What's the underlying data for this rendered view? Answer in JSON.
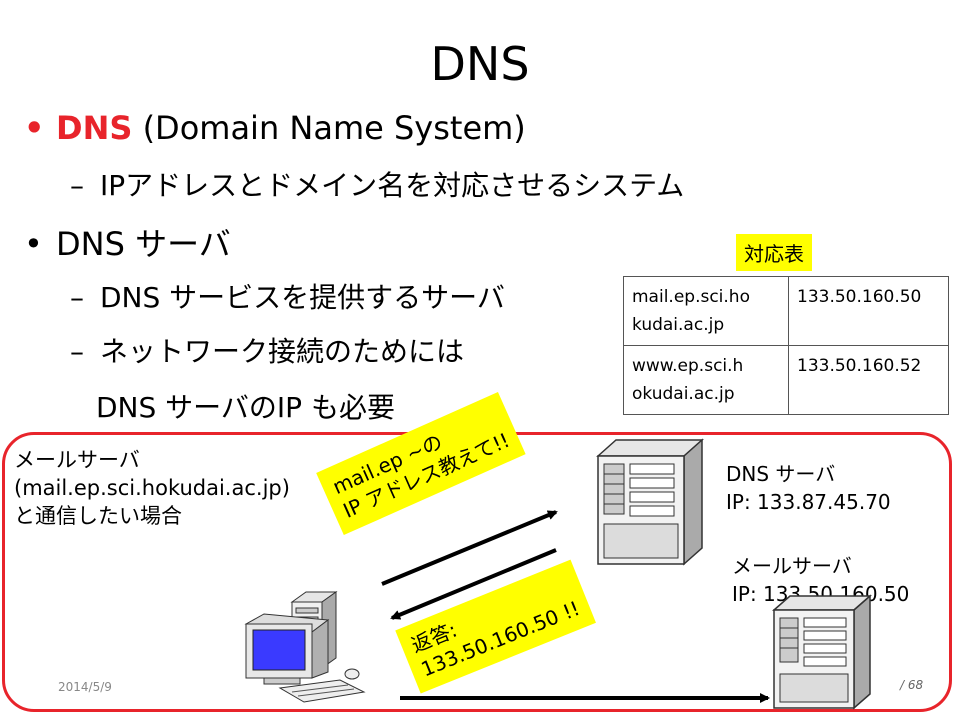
{
  "slide": {
    "title": "DNS",
    "bullet1": {
      "marker": "•",
      "keyword": "DNS",
      "rest": " (Domain Name System)"
    },
    "sub1": {
      "dash": "–",
      "text": "IPアドレスとドメイン名を対応させるシステム"
    },
    "bullet2": {
      "marker": "•",
      "text": "DNS サーバ"
    },
    "sub2": {
      "dash": "–",
      "text": "DNS サービスを提供するサーバ"
    },
    "sub3": {
      "dash": "–",
      "line1": "ネットワーク接続のためには",
      "line2": "DNS サーバのIP も必要"
    }
  },
  "mapping": {
    "label": "対応表",
    "rows": [
      {
        "host_line1": "mail.ep.sci.ho",
        "host_line2": "kudai.ac.jp",
        "ip": "133.50.160.50"
      },
      {
        "host_line1": "www.ep.sci.h",
        "host_line2": "okudai.ac.jp",
        "ip": "133.50.160.52"
      }
    ]
  },
  "diagram": {
    "case_line1": "メールサーバ",
    "case_line2": "(mail.ep.sci.hokudai.ac.jp)",
    "case_line3": "と通信したい場合",
    "dns_line1": "DNS サーバ",
    "dns_line2": "IP: 133.87.45.70",
    "mail_line1": "メールサーバ",
    "mail_line2": "IP: 133.50.160.50",
    "request_line1": "mail.ep ~の",
    "request_line2": "IP アドレス教えて!!",
    "reply_line1": "返答:",
    "reply_line2": "133.50.160.50 !!"
  },
  "footer": {
    "date": "2014/5/9",
    "page": "/ 68"
  },
  "colors": {
    "accent_red": "#e8242b",
    "highlight": "#ffff00",
    "screen_blue": "#3a3aff"
  },
  "icons": [
    "dns-server-icon",
    "mail-server-icon",
    "client-computer-icon"
  ]
}
